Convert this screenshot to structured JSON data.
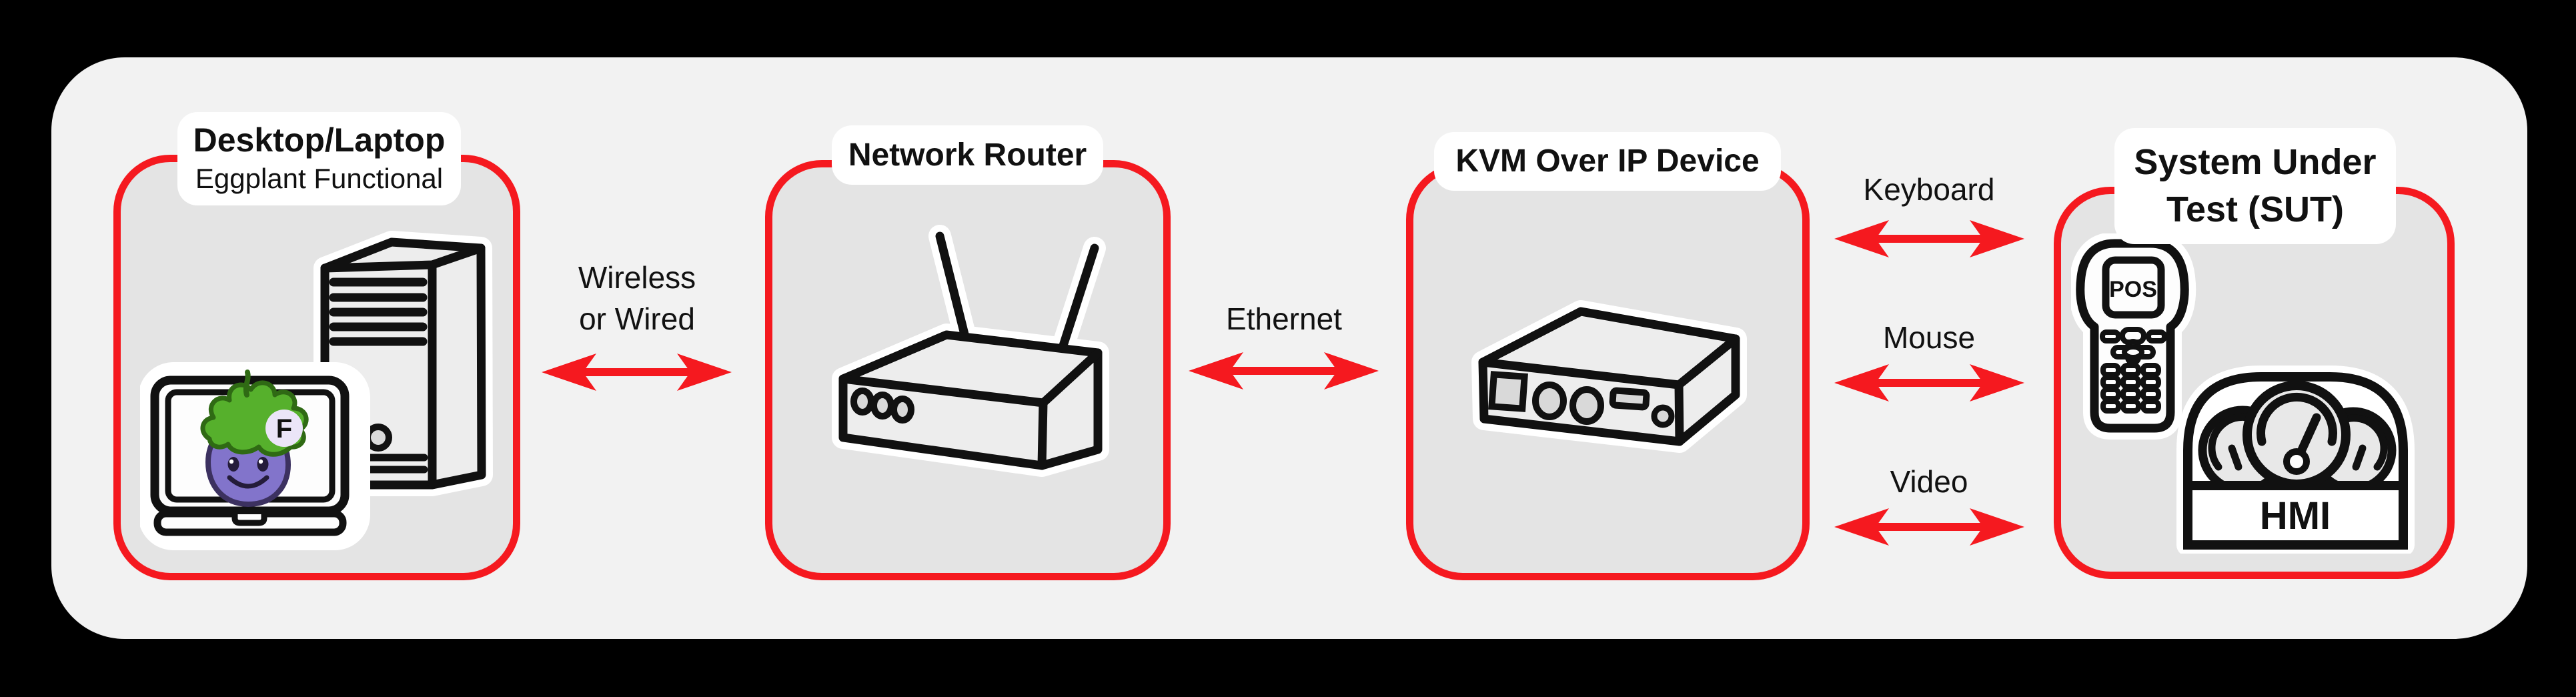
{
  "diagram": {
    "nodes": [
      {
        "title": "Desktop/Laptop",
        "subtitle": "Eggplant Functional"
      },
      {
        "title": "Network Router"
      },
      {
        "title": "KVM Over IP Device"
      },
      {
        "title_line1": "System Under",
        "title_line2": "Test (SUT)"
      }
    ],
    "connections": {
      "wireless_line1": "Wireless",
      "wireless_line2": "or Wired",
      "ethernet": "Ethernet",
      "keyboard": "Keyboard",
      "mouse": "Mouse",
      "video": "Video"
    },
    "icon_labels": {
      "pos_screen": "POS",
      "hmi_panel": "HMI",
      "eggplant_badge": "F"
    }
  },
  "colors": {
    "red": "#f5191f",
    "panel": "#f2f2f2",
    "box_fill": "#e4e4e4",
    "line": "#111111",
    "eggplant_body": "#8274cb",
    "eggplant_outline": "#3c3160",
    "leaf_green": "#56b02c",
    "leaf_outline": "#2f6a14",
    "badge_bg": "#ebe5f8",
    "badge_text": "#a78fd8"
  }
}
